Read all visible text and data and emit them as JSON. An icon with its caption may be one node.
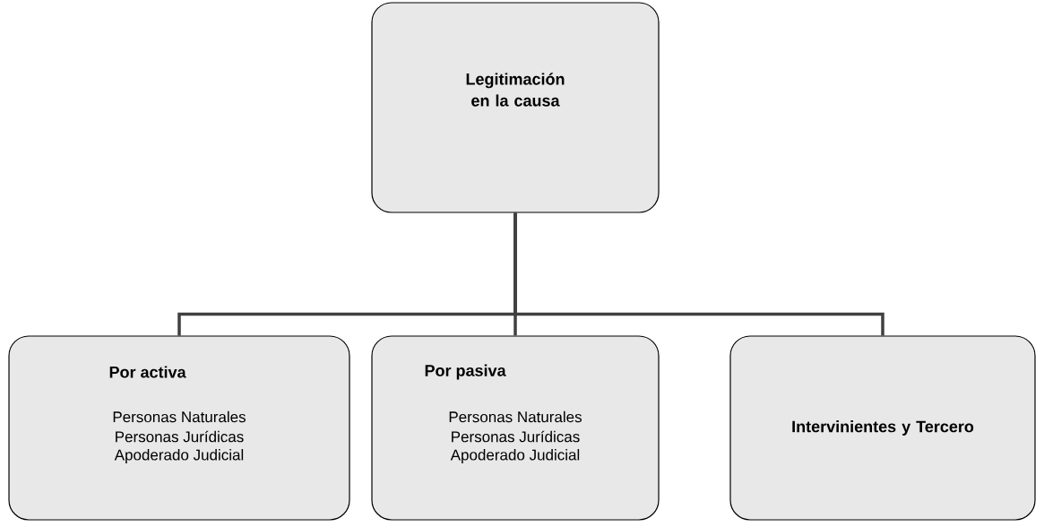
{
  "diagram": {
    "nodes": [
      {
        "text": [
          "Legitimación en la causa"
        ]
      },
      {
        "text": [
          "Por activa",
          "Personas Naturales",
          "Personas Jurídicas",
          "Apoderado Judicial"
        ]
      },
      {
        "text": [
          "Por pasiva",
          "Personas Naturales",
          "Personas Jurídicas",
          "Apoderado Judicial"
        ]
      },
      {
        "text": [
          "Intervinientes y Tercero"
        ]
      }
    ],
    "edges": [
      {
        "from": 0,
        "to": 1,
        "arrow": "none"
      },
      {
        "from": 0,
        "to": 2,
        "arrow": "none"
      },
      {
        "from": 0,
        "to": 3,
        "arrow": "none"
      }
    ]
  }
}
